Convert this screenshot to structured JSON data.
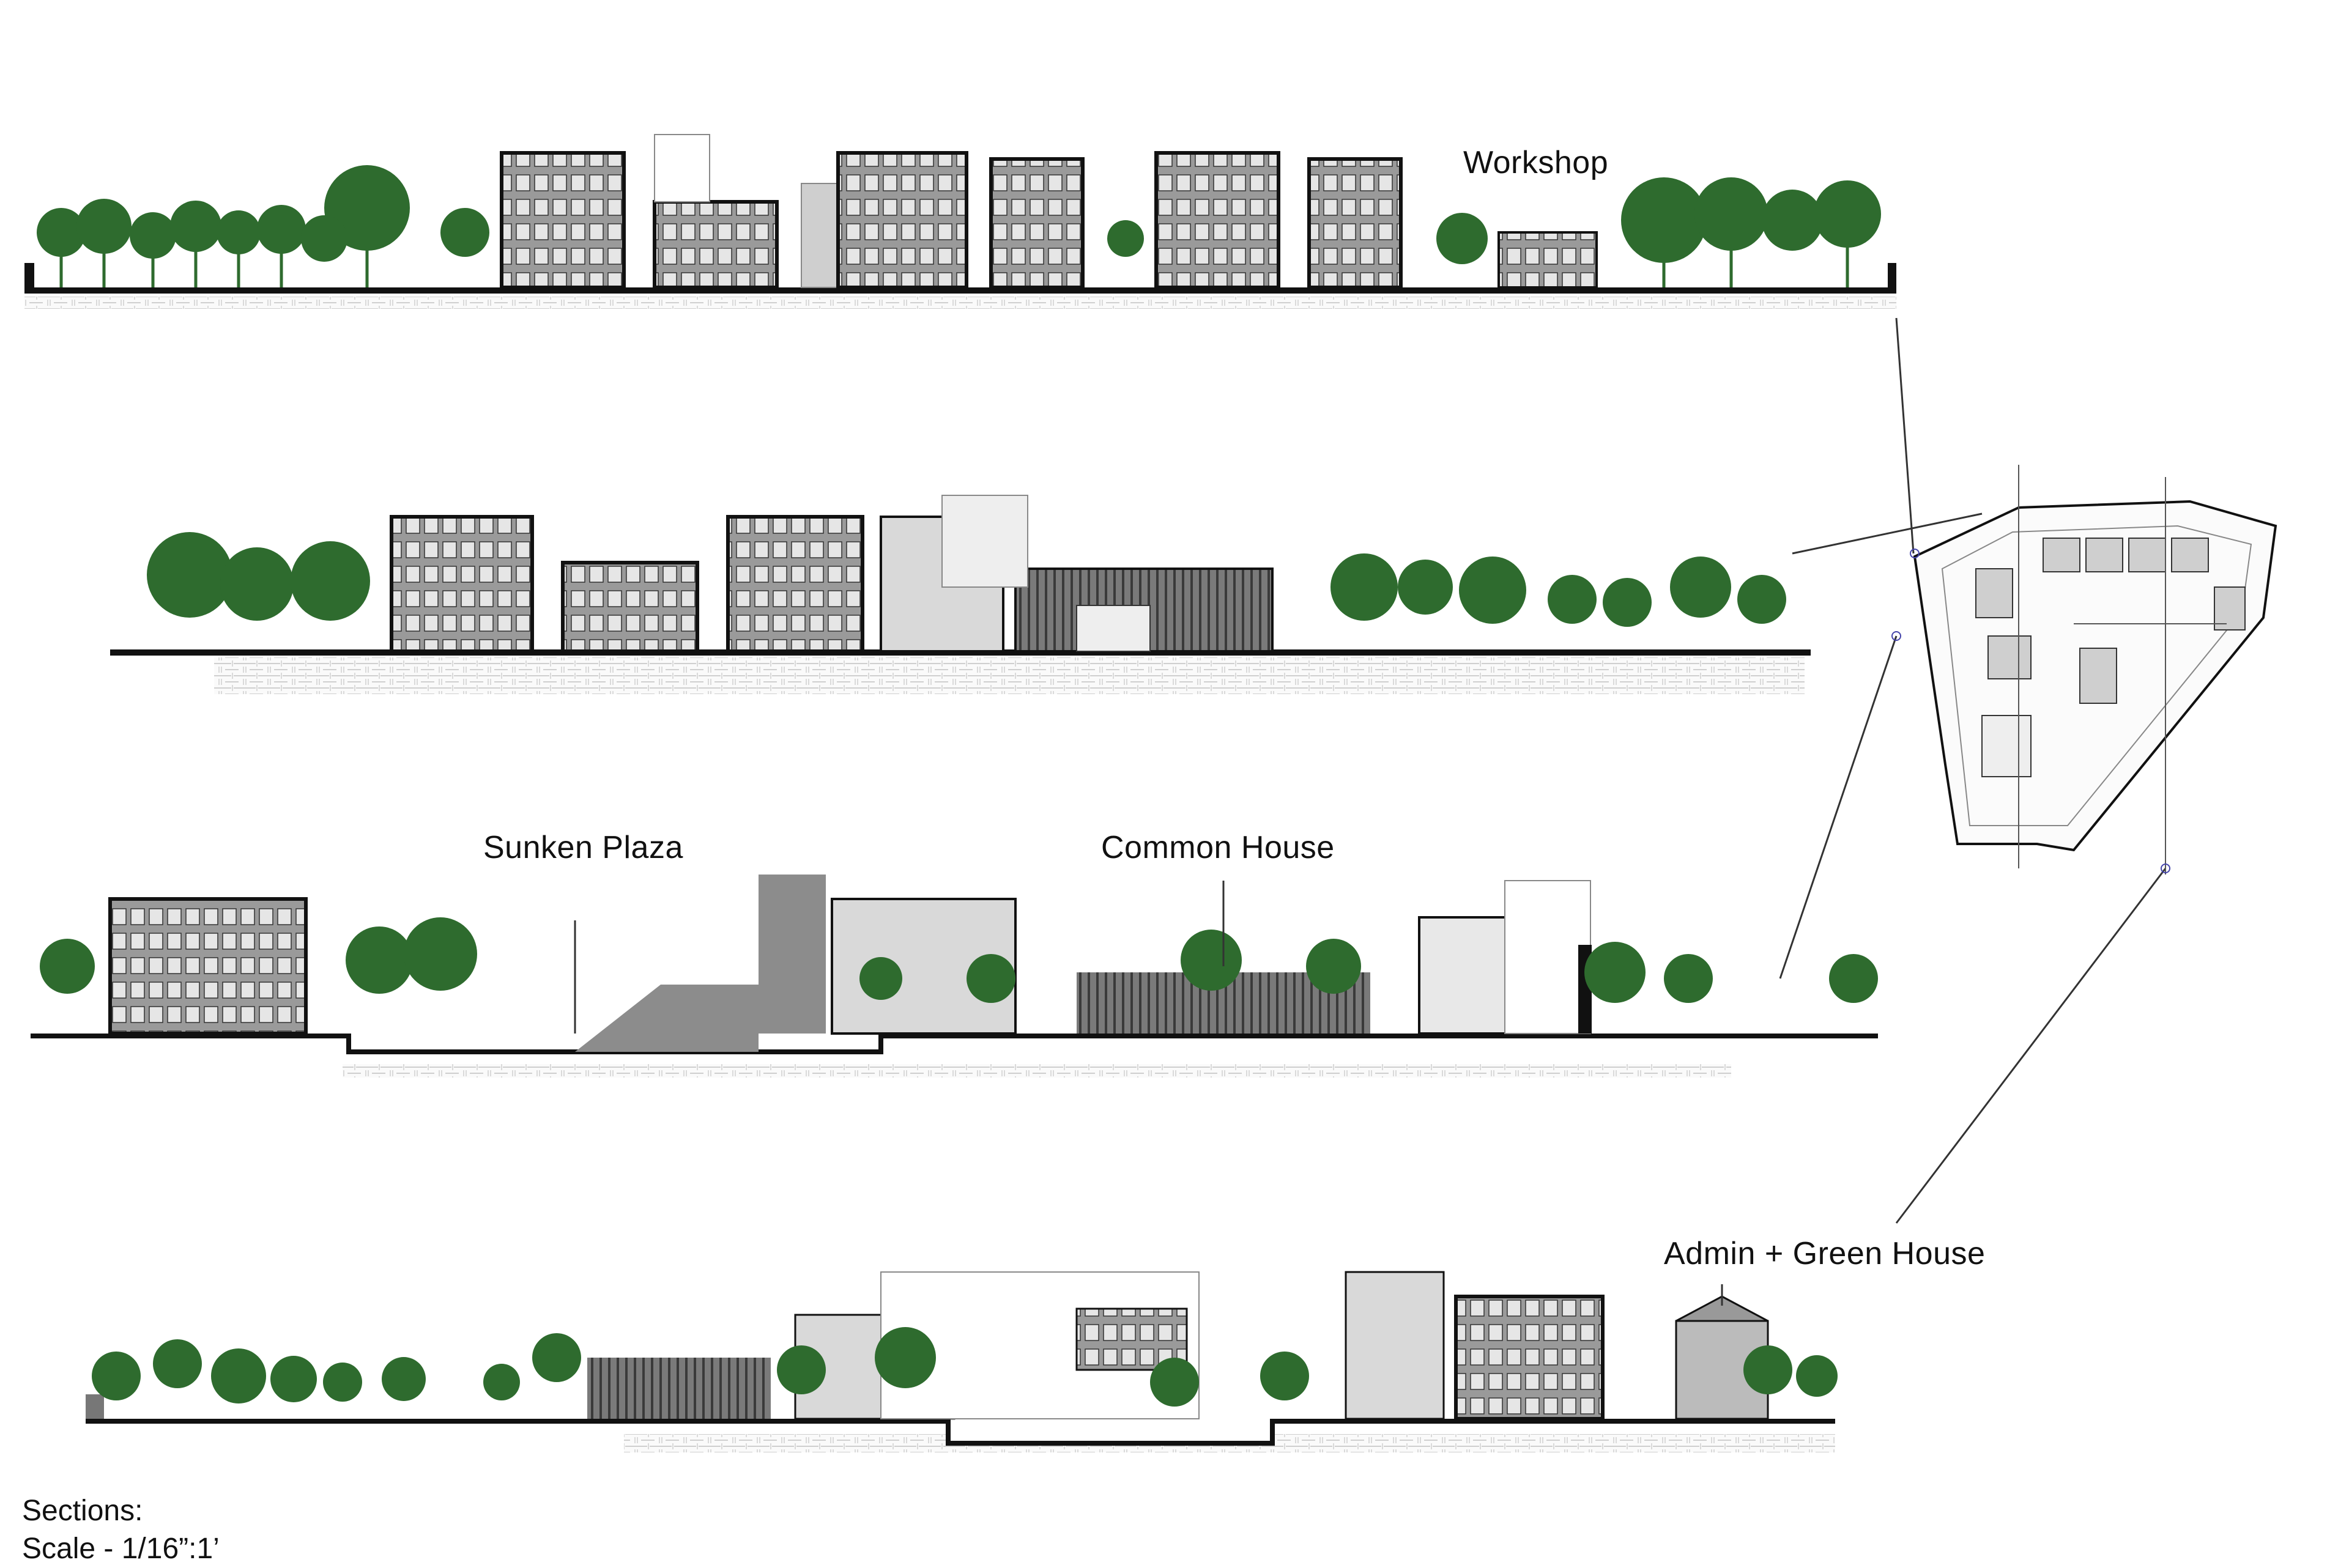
{
  "labels": {
    "workshop": "Workshop",
    "sunken_plaza": "Sunken Plaza",
    "common_house": "Common House",
    "admin_green_house": "Admin + Green House"
  },
  "caption": {
    "line1": "Sections:",
    "line2": "Scale - 1/16”:1’"
  },
  "colors": {
    "tree": "#2e6b2e",
    "tree_dark": "#1f5a24",
    "building_fill": "#8c8c8c",
    "building_light": "#d9d9d9",
    "ground": "#111111",
    "soil_pattern": "#cfcfcf"
  }
}
